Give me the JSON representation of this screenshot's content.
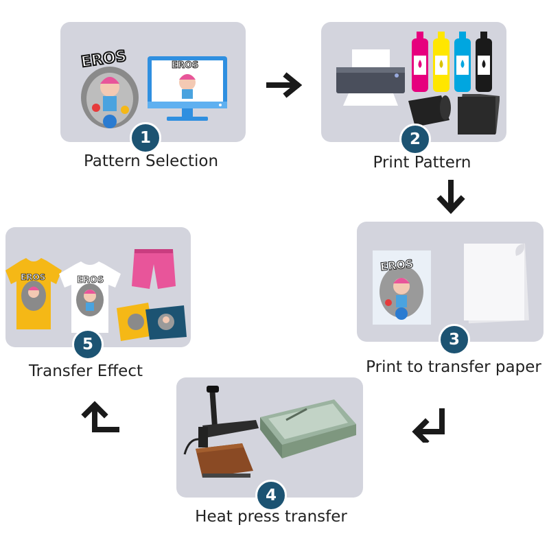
{
  "steps": [
    {
      "number": "1",
      "label": "Pattern Selection"
    },
    {
      "number": "2",
      "label": "Print Pattern"
    },
    {
      "number": "3",
      "label": "Print to transfer paper"
    },
    {
      "number": "4",
      "label": "Heat press transfer"
    },
    {
      "number": "5",
      "label": "Transfer Effect"
    }
  ],
  "design_text": "EROS",
  "colors": {
    "panel": "#d3d4dd",
    "badge": "#1c5372",
    "arrow": "#1a1a1a",
    "ink_magenta": "#e6007e",
    "ink_yellow": "#ffe600",
    "ink_cyan": "#00a6e0",
    "ink_black": "#1a1a1a",
    "tshirt_yellow": "#f5b816",
    "shorts_pink": "#e8559a"
  }
}
